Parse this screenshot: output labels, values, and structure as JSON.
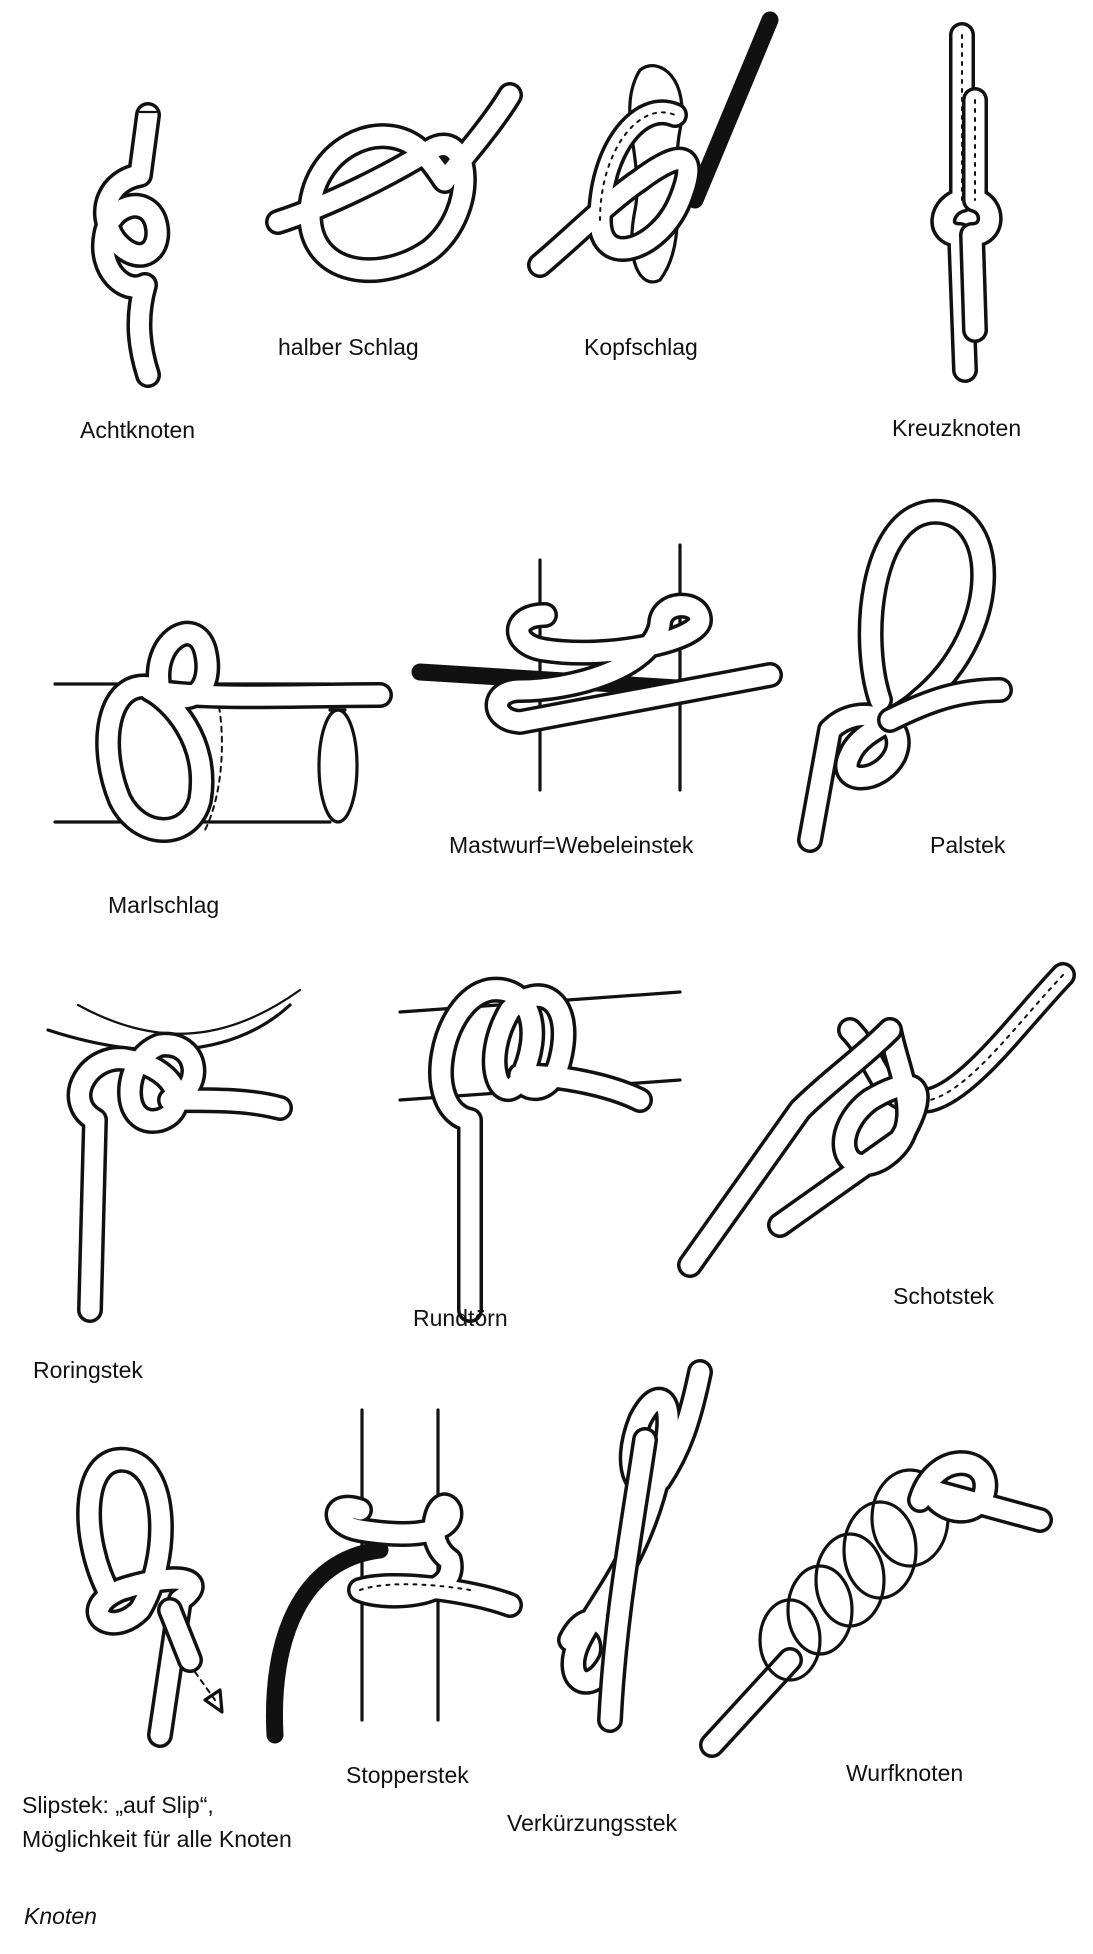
{
  "labels": {
    "achtknoten": "Achtknoten",
    "halber_schlag": "halber Schlag",
    "kopfschlag": "Kopfschlag",
    "kreuzknoten": "Kreuzknoten",
    "marlschlag": "Marlschlag",
    "mastwurf": "Mastwurf=Webeleinstek",
    "palstek": "Palstek",
    "roringstek": "Roringstek",
    "rundtoern": "Rundtörn",
    "schotstek": "Schotstek",
    "slipstek_line1": "Slipstek: „auf Slip“,",
    "slipstek_line2": "Möglichkeit für alle Knoten",
    "stopperstek": "Stopperstek",
    "verkuerzungsstek": "Verkürzungsstek",
    "wurfknoten": "Wurfknoten"
  },
  "caption": "Knoten"
}
